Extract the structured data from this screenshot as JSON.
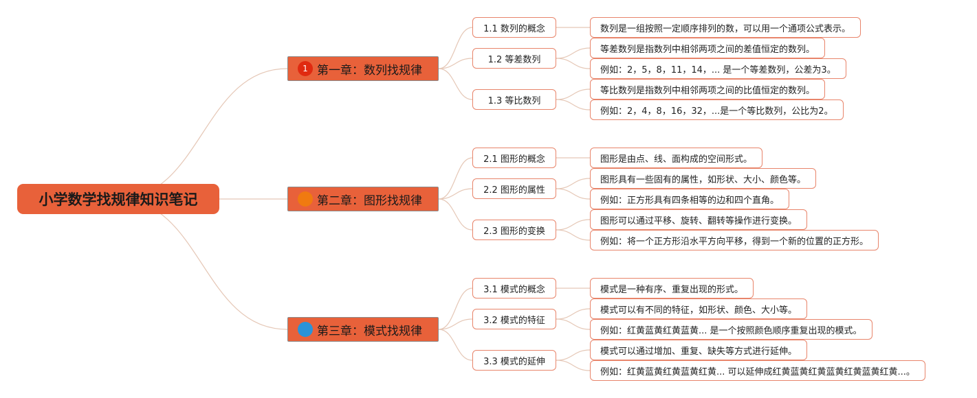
{
  "colors": {
    "root_fill": "#e8613a",
    "chapter_fill": "#e8613a",
    "node_border": "#e8846a",
    "link": "#e5c7b6",
    "badge_1": "#e02a10",
    "badge_2": "#f07a10",
    "badge_3": "#2b93d8"
  },
  "root": {
    "label": "小学数学找规律知识笔记"
  },
  "chapters": [
    {
      "badge": "1",
      "label": "第一章：数列找规律",
      "sections": [
        {
          "label": "1.1 数列的概念",
          "details": [
            "数列是一组按照一定顺序排列的数，可以用一个通项公式表示。"
          ]
        },
        {
          "label": "1.2 等差数列",
          "details": [
            "等差数列是指数列中相邻两项之间的差值恒定的数列。",
            "例如：2，5，8，11，14，... 是一个等差数列，公差为3。"
          ]
        },
        {
          "label": "1.3 等比数列",
          "details": [
            "等比数列是指数列中相邻两项之间的比值恒定的数列。",
            "例如：2，4，8，16，32，...是一个等比数列，公比为2。"
          ]
        }
      ]
    },
    {
      "badge": "",
      "label": "第二章：图形找规律",
      "sections": [
        {
          "label": "2.1 图形的概念",
          "details": [
            "图形是由点、线、面构成的空间形式。"
          ]
        },
        {
          "label": "2.2 图形的属性",
          "details": [
            "图形具有一些固有的属性，如形状、大小、颜色等。",
            "例如：正方形具有四条相等的边和四个直角。"
          ]
        },
        {
          "label": "2.3 图形的变换",
          "details": [
            "图形可以通过平移、旋转、翻转等操作进行变换。",
            "例如：将一个正方形沿水平方向平移，得到一个新的位置的正方形。"
          ]
        }
      ]
    },
    {
      "badge": "",
      "label": "第三章：模式找规律",
      "sections": [
        {
          "label": "3.1 模式的概念",
          "details": [
            "模式是一种有序、重复出现的形式。"
          ]
        },
        {
          "label": "3.2 模式的特征",
          "details": [
            "模式可以有不同的特征，如形状、颜色、大小等。",
            "例如：红黄蓝黄红黄蓝黄... 是一个按照颜色顺序重复出现的模式。"
          ]
        },
        {
          "label": "3.3 模式的延伸",
          "details": [
            "模式可以通过增加、重复、缺失等方式进行延伸。",
            "例如：红黄蓝黄红黄蓝黄红黄... 可以延伸成红黄蓝黄红黄蓝黄红黄蓝黄红黄...。"
          ]
        }
      ]
    }
  ]
}
